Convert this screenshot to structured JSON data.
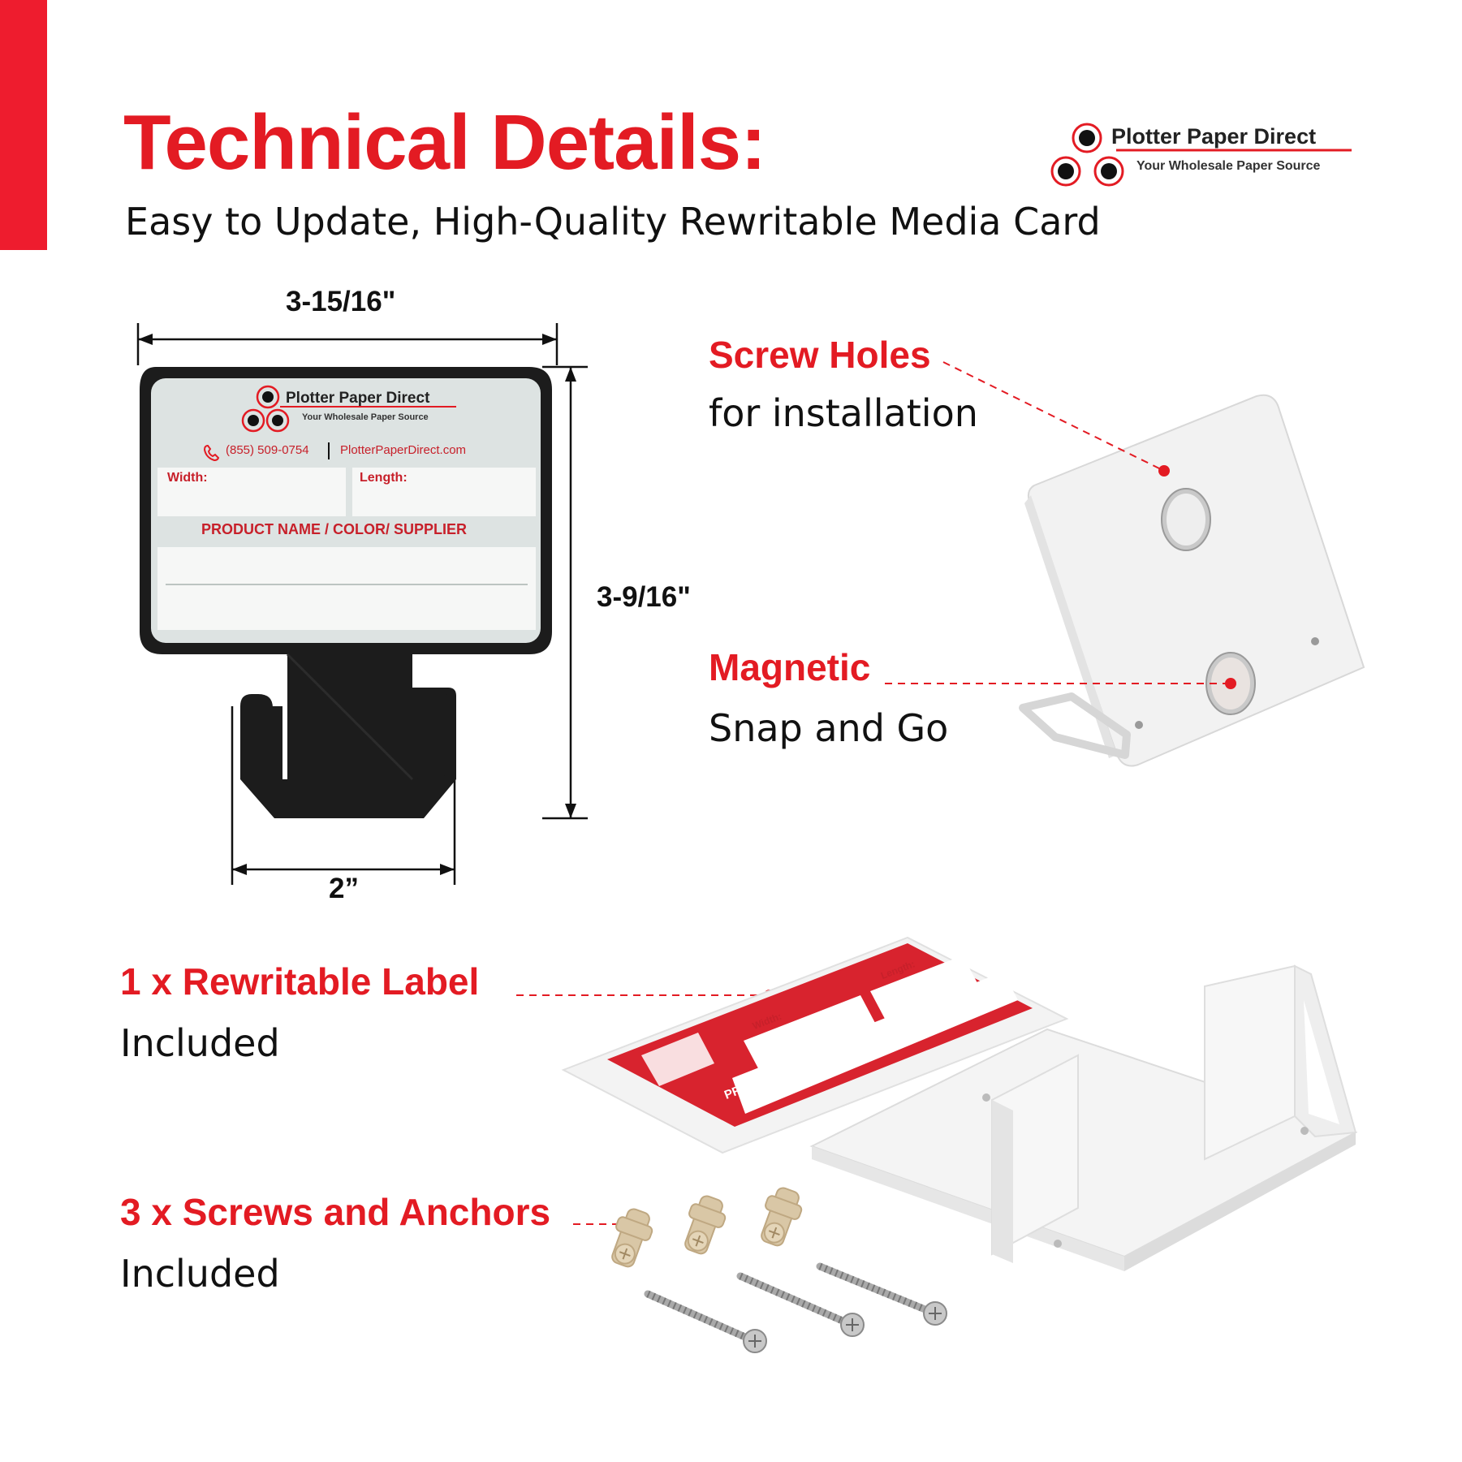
{
  "header": {
    "title": "Technical Details:",
    "subtitle": "Easy to Update, High-Quality Rewritable Media Card"
  },
  "logo": {
    "name": "Plotter Paper Direct",
    "tagline": "Your Wholesale Paper Source"
  },
  "dimensions": {
    "width": "3-15/16\"",
    "height": "3-9/16\"",
    "base": "2”"
  },
  "card": {
    "brand": "Plotter Paper Direct",
    "tagline": "Your Wholesale Paper Source",
    "phone": "(855) 509-0754",
    "website": "PlotterPaperDirect.com",
    "width_label": "Width:",
    "length_label": "Length:",
    "product_label": "PRODUCT NAME / COLOR/ SUPPLIER"
  },
  "features": [
    {
      "heading": "Screw Holes",
      "sub": "for installation"
    },
    {
      "heading": "Magnetic",
      "sub": "Snap and Go"
    },
    {
      "heading": "1 x Rewritable Label",
      "sub": "Included"
    },
    {
      "heading": "3 x Screws and Anchors",
      "sub": "Included"
    }
  ],
  "label_sheet": {
    "width_label": "Width:",
    "length_label": "Length:",
    "product_label": "PRODUCT NAME / COLOR/ SUPPLIER"
  },
  "colors": {
    "accent_red": "#e31b23",
    "card_black": "#1c1c1c",
    "card_face": "#dde3e2",
    "holder_white": "#f3f3f3"
  }
}
